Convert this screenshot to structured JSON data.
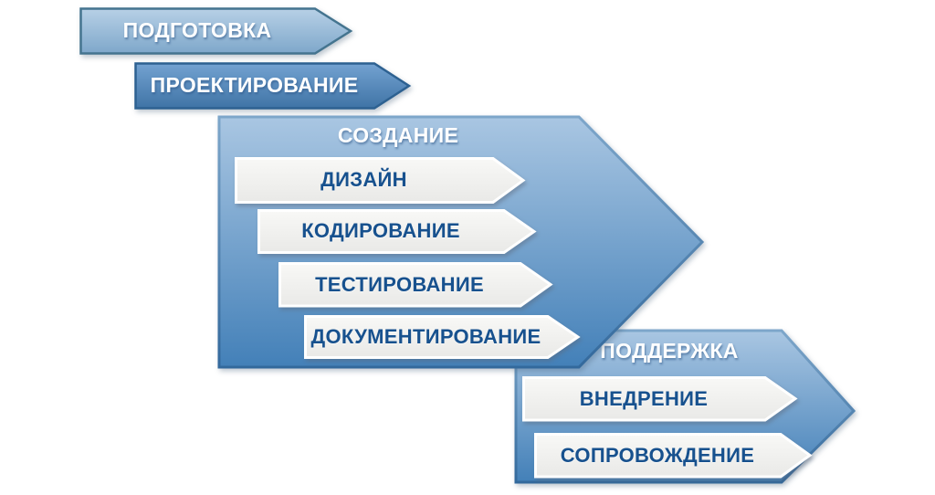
{
  "diagram": {
    "stages": [
      {
        "id": "podgotovka",
        "label": "ПОДГОТОВКА",
        "substages": []
      },
      {
        "id": "proektirovanie",
        "label": "ПРОЕКТИРОВАНИЕ",
        "substages": []
      },
      {
        "id": "sozdanie",
        "label": "СОЗДАНИЕ",
        "substages": [
          {
            "label": "ДИЗАЙН"
          },
          {
            "label": "КОДИРОВАНИЕ"
          },
          {
            "label": "ТЕСТИРОВАНИЕ"
          },
          {
            "label": "ДОКУМЕНТИРОВАНИЕ"
          }
        ]
      },
      {
        "id": "podderzhka",
        "label": "ПОДДЕРЖКА",
        "substages": [
          {
            "label": "ВНЕДРЕНИЕ"
          },
          {
            "label": "СОПРОВОЖДЕНИЕ"
          }
        ]
      }
    ],
    "colors": {
      "stage1_top": "#b7d0e6",
      "stage1_bottom": "#7ea7ca",
      "stage1_border": "#44748f",
      "stage2_top": "#73a2d1",
      "stage2_bottom": "#3f73a5",
      "stage2_border": "#2d6191",
      "big_top": "#a9c6e2",
      "big_bottom": "#4380b8",
      "big_stroke_top": "#7da6ca",
      "big_stroke_bottom": "#33699c",
      "sub_top": "#f8f8f6",
      "sub_bottom": "#e9e9e7",
      "sub_border": "#ffffff",
      "stage_text": "#ffffff",
      "substage_text": "#17518e",
      "background": "#ffffff"
    }
  }
}
